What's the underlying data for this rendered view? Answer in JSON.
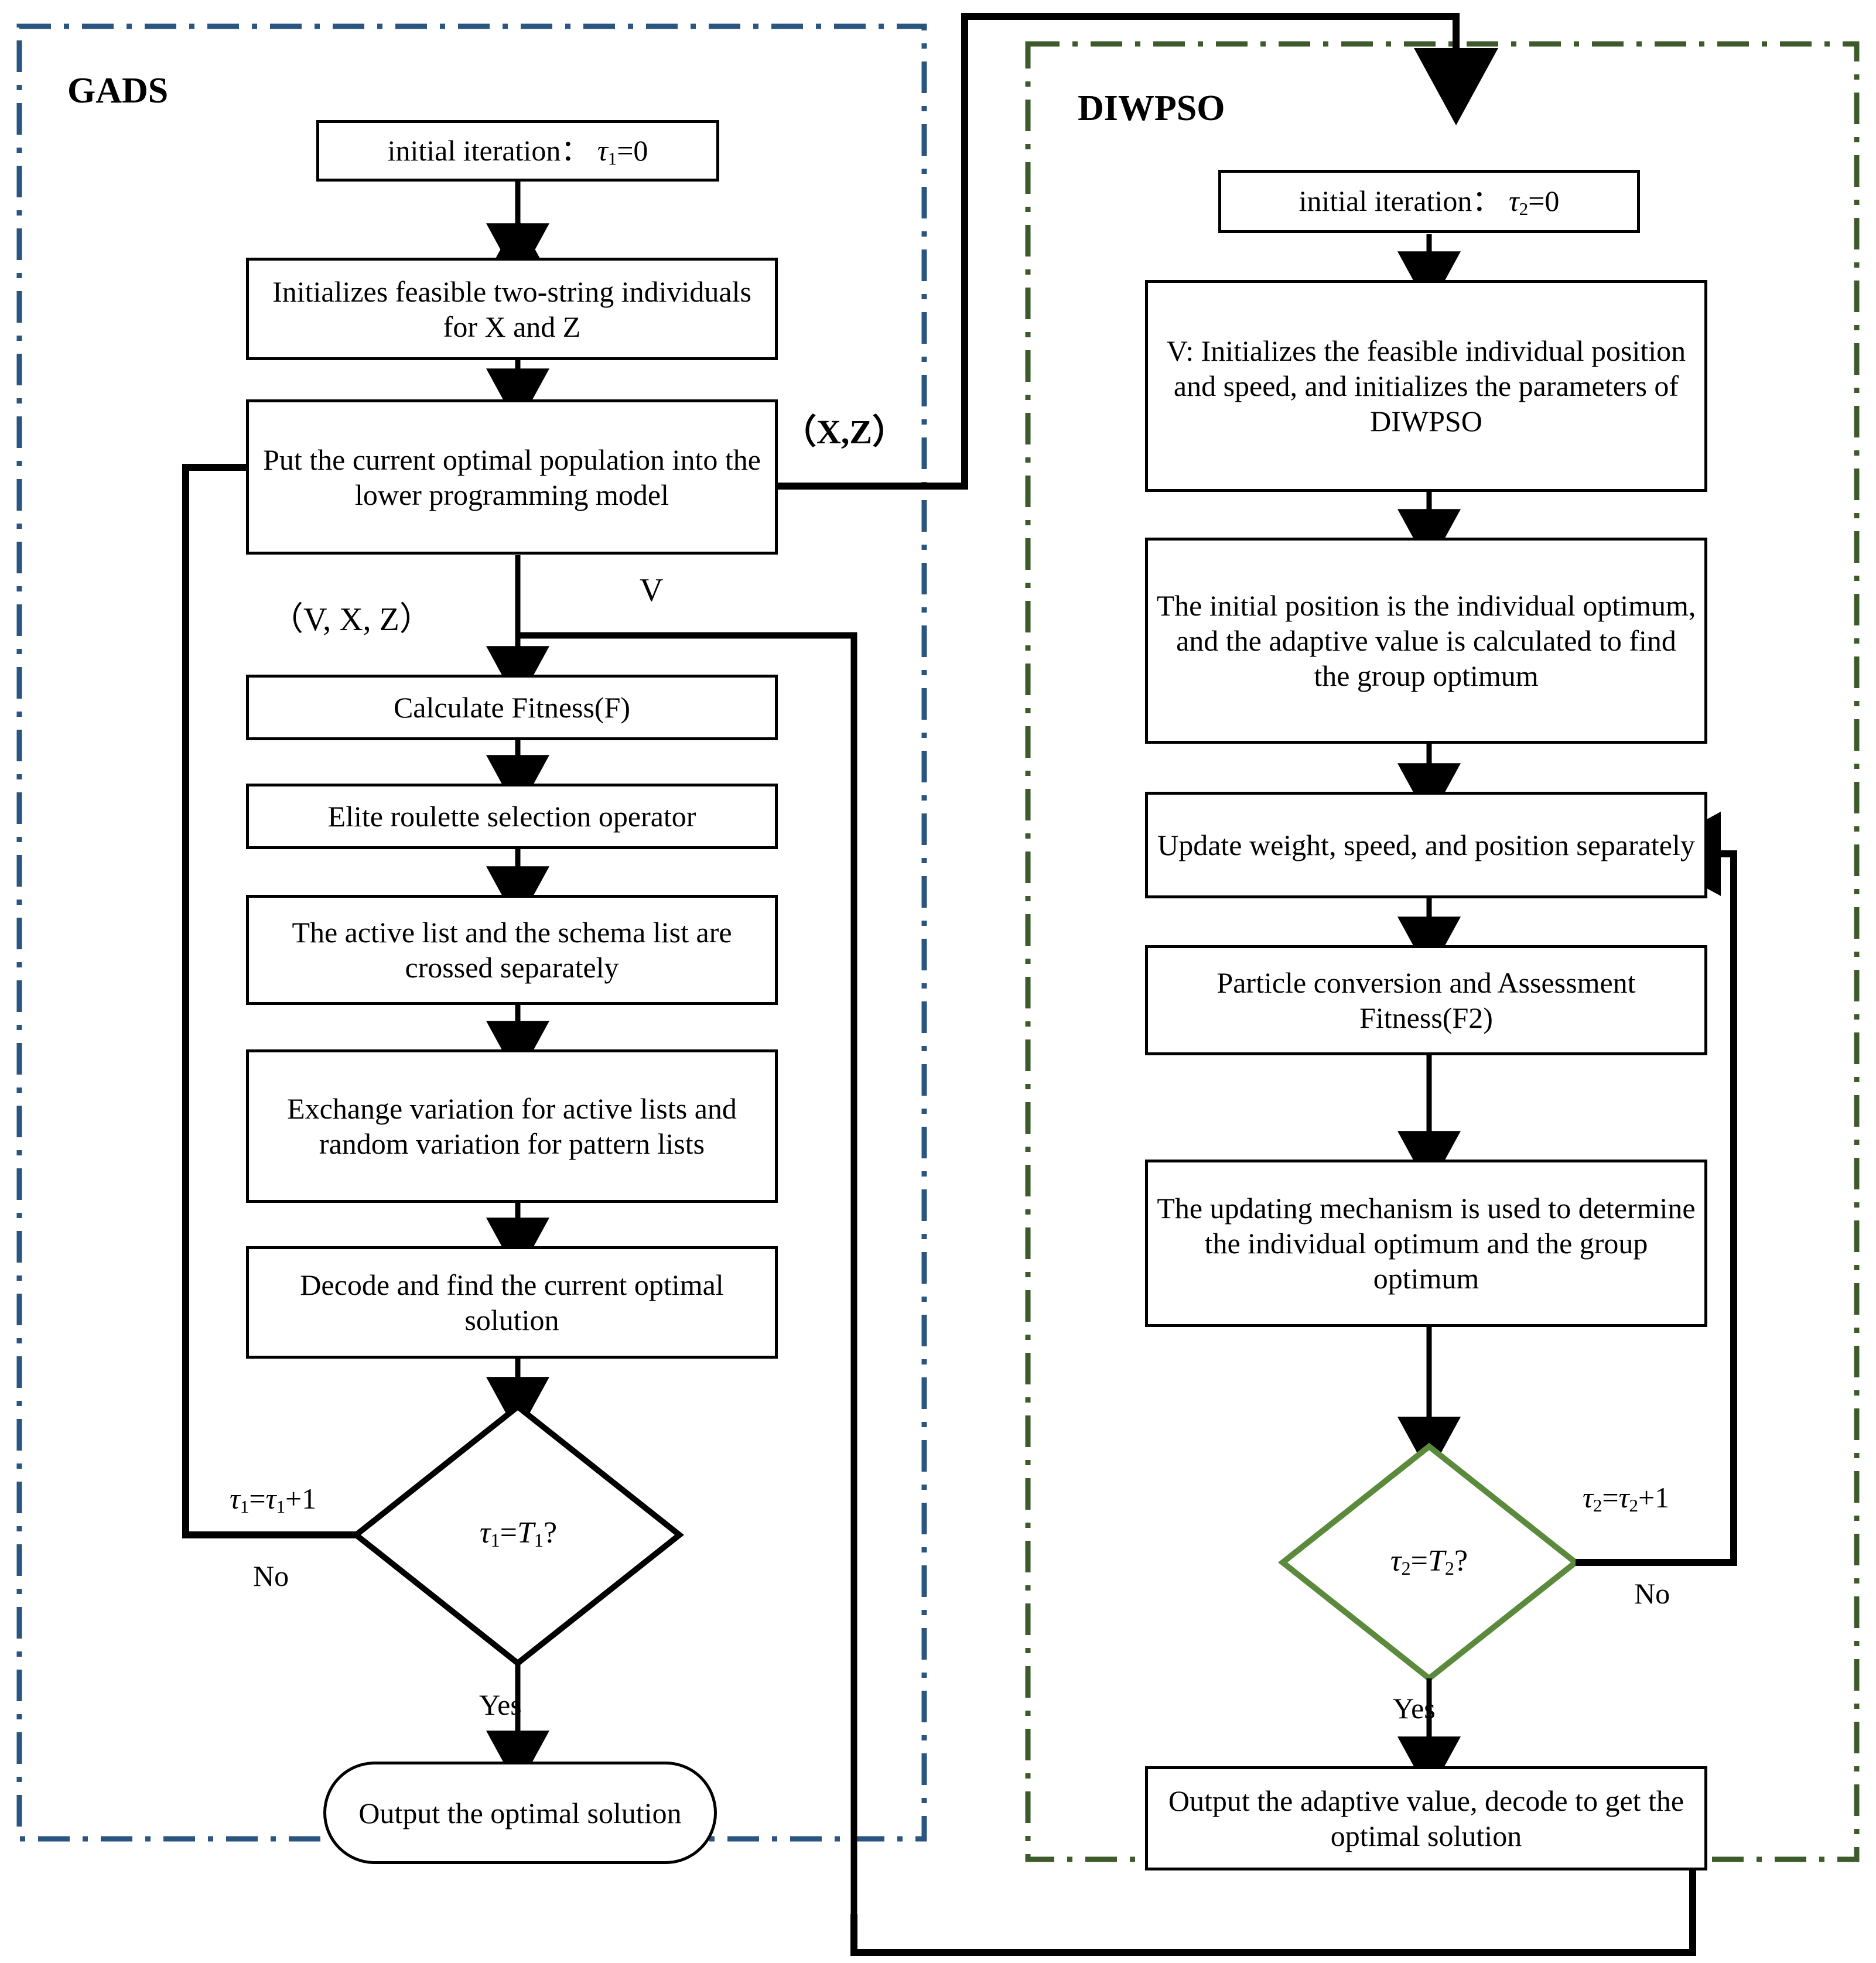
{
  "diagram": {
    "title": "GADS and DIWPSO bi-level optimization flowchart",
    "colors": {
      "gads_border": "#2a5580",
      "diwpso_border": "#3d5b2a",
      "decision_diwpso": "#5c8a3c",
      "line": "#000000",
      "background": "#ffffff"
    }
  },
  "panels": [
    {
      "id": "gads",
      "label": "GADS",
      "border_color": "#2a5580",
      "border_style": "dash-dot"
    },
    {
      "id": "diwpso",
      "label": "DIWPSO",
      "border_color": "#3d5b2a",
      "border_style": "dash-dot"
    }
  ],
  "gads": {
    "nodes": [
      {
        "id": "g1",
        "type": "process",
        "text": "initial iteration：  τ1=0"
      },
      {
        "id": "g2",
        "type": "process",
        "text": "Initializes feasible two-string individuals for X and Z"
      },
      {
        "id": "g3",
        "type": "process",
        "text": "Put the current optimal population into the lower programming model"
      },
      {
        "id": "g4",
        "type": "process",
        "text": "Calculate Fitness(F)"
      },
      {
        "id": "g5",
        "type": "process",
        "text": "Elite roulette selection operator"
      },
      {
        "id": "g6",
        "type": "process",
        "text": "The active list and the schema list are crossed separately"
      },
      {
        "id": "g7",
        "type": "process",
        "text": "Exchange variation for active lists and random variation for pattern lists"
      },
      {
        "id": "g8",
        "type": "process",
        "text": "Decode and find the current optimal solution"
      },
      {
        "id": "g9",
        "type": "decision",
        "text": "τ1=T1?"
      },
      {
        "id": "g10",
        "type": "terminator",
        "text": "Output the optimal solution"
      }
    ],
    "edge_labels": {
      "xz": "（X,Z）",
      "vxz": "（V, X, Z）",
      "v": "V",
      "increment": "τ1=τ1+1",
      "no": "No",
      "yes": "Yes"
    }
  },
  "diwpso": {
    "nodes": [
      {
        "id": "d1",
        "type": "process",
        "text": "initial iteration：  τ2=0"
      },
      {
        "id": "d2",
        "type": "process",
        "text": "V: Initializes the feasible individual position and speed, and initializes the parameters of DIWPSO"
      },
      {
        "id": "d3",
        "type": "process",
        "text": "The initial position is the individual optimum, and the adaptive value is calculated to find the group optimum"
      },
      {
        "id": "d4",
        "type": "process",
        "text": "Update weight, speed, and position separately"
      },
      {
        "id": "d5",
        "type": "process",
        "text": "Particle conversion and Assessment Fitness(F2)"
      },
      {
        "id": "d6",
        "type": "process",
        "text": "The updating mechanism is used to determine the individual optimum and the group optimum"
      },
      {
        "id": "d7",
        "type": "decision",
        "text": "τ2=T2?"
      },
      {
        "id": "d8",
        "type": "process",
        "text": "Output the adaptive value, decode to get the optimal solution"
      }
    ],
    "edge_labels": {
      "increment": "τ2=τ2+1",
      "no": "No",
      "yes": "Yes"
    }
  }
}
